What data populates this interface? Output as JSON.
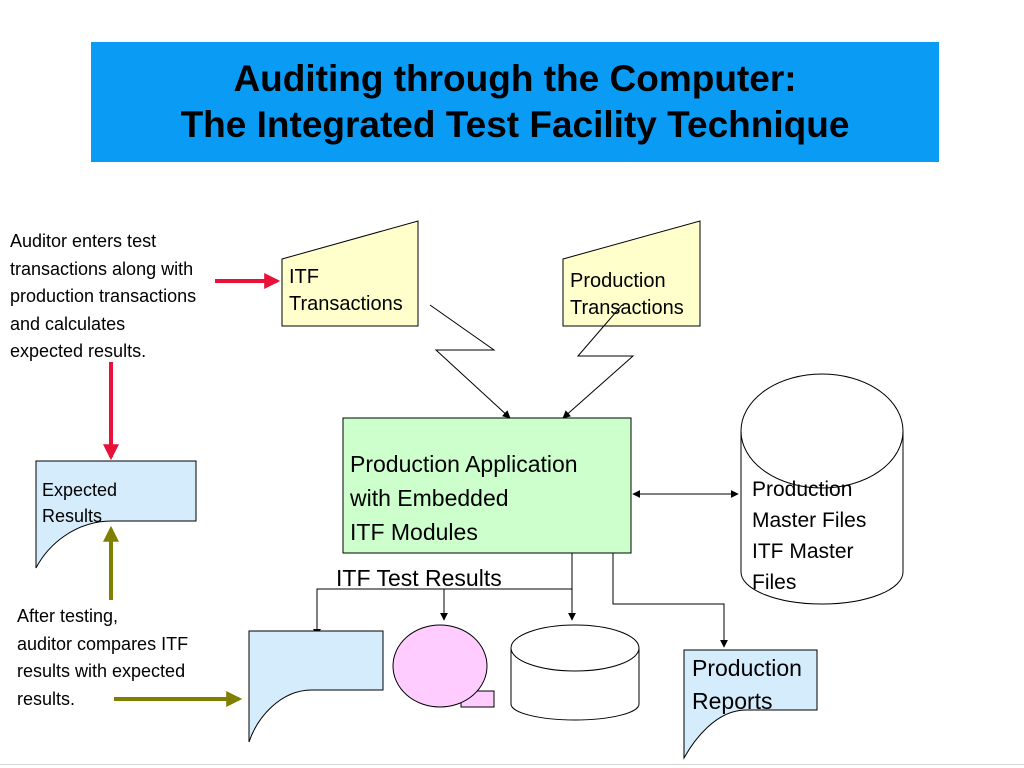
{
  "title": {
    "line1": "Auditing through the Computer:",
    "line2": "The Integrated Test Facility Technique"
  },
  "colors": {
    "title_bg": "#0a9bf5",
    "input_fill": "#ffffcc",
    "document_fill": "#d4ecfc",
    "process_fill": "#ccffcc",
    "display_fill": "#ffccff",
    "red_arrow": "#e8113a",
    "olive_arrow": "#808000"
  },
  "notes": {
    "auditor_enters": [
      "Auditor enters  test",
      "transactions along with",
      "production transactions",
      "and calculates",
      "expected results."
    ],
    "after_testing": [
      "After testing,",
      "auditor compares ITF",
      "results with expected",
      "results."
    ]
  },
  "shapes": {
    "itf_transactions": [
      "ITF",
      "Transactions"
    ],
    "production_transactions": [
      "Production",
      "Transactions"
    ],
    "production_application": [
      "Production Application",
      "with Embedded",
      "ITF Modules"
    ],
    "master_files": [
      "Production",
      "Master Files",
      "ITF Master",
      "Files"
    ],
    "expected_results": [
      "Expected",
      "Results"
    ],
    "itf_test_results": "ITF Test Results",
    "production_reports": [
      "Production",
      "Reports"
    ]
  },
  "icons": [
    "manual-input-shape",
    "lightning-arrow-icon",
    "cylinder-storage-shape",
    "document-shape",
    "display-shape"
  ]
}
